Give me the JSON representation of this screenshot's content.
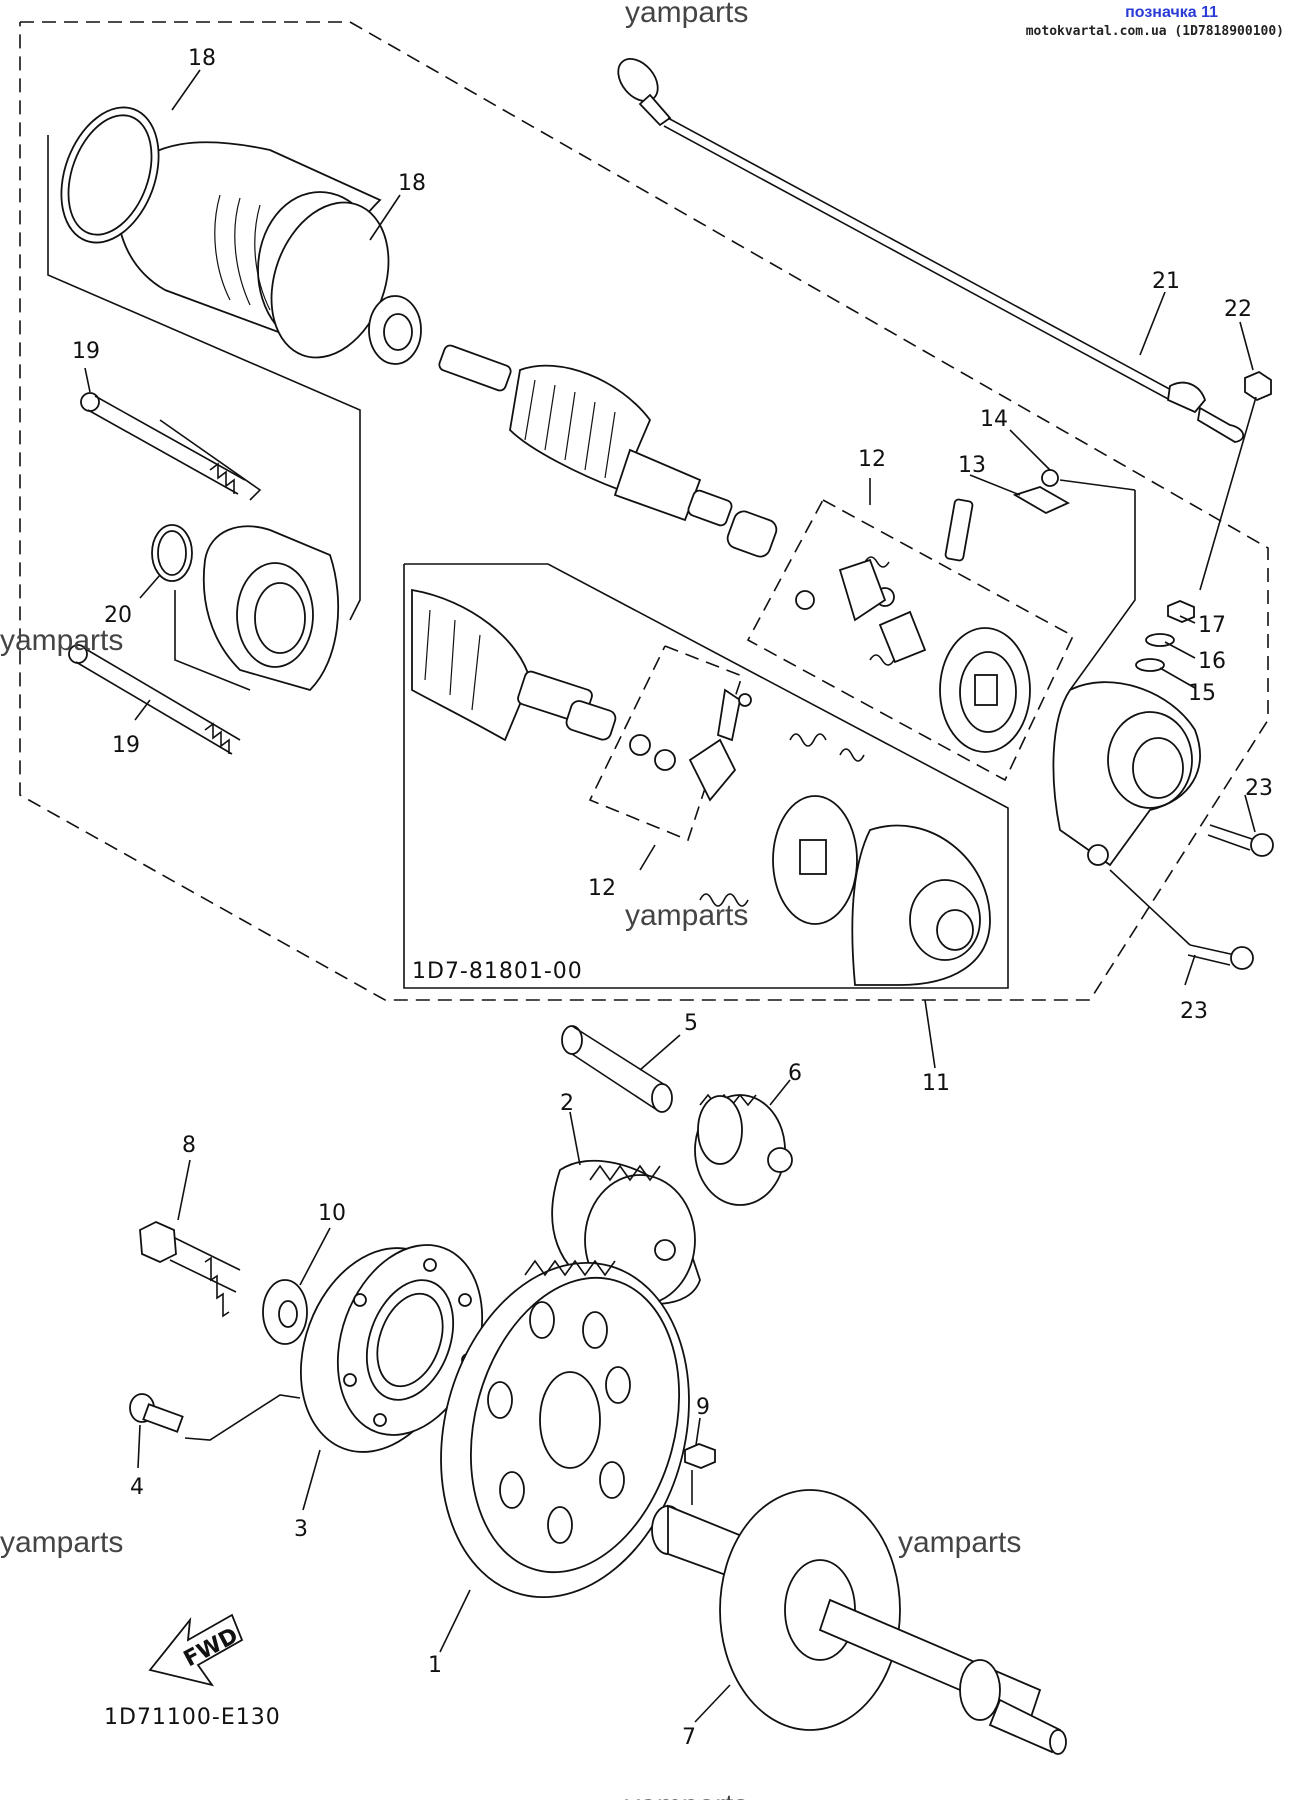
{
  "header": {
    "tag_label": "позначка 11",
    "source": "motokvartal.com.ua (1D7818900100)"
  },
  "watermarks": [
    "yamparts",
    "yamparts",
    "yamparts",
    "yamparts",
    "yamparts",
    "yamparts"
  ],
  "callouts": [
    "18",
    "18",
    "19",
    "19",
    "20",
    "21",
    "22",
    "14",
    "13",
    "12",
    "12",
    "17",
    "16",
    "15",
    "23",
    "23",
    "11",
    "5",
    "6",
    "2",
    "8",
    "10",
    "9",
    "4",
    "3",
    "1",
    "7"
  ],
  "inset": {
    "code": "1D7-81801-00"
  },
  "footer": {
    "code": "1D71100-E130"
  },
  "fwd_label": "FWD"
}
